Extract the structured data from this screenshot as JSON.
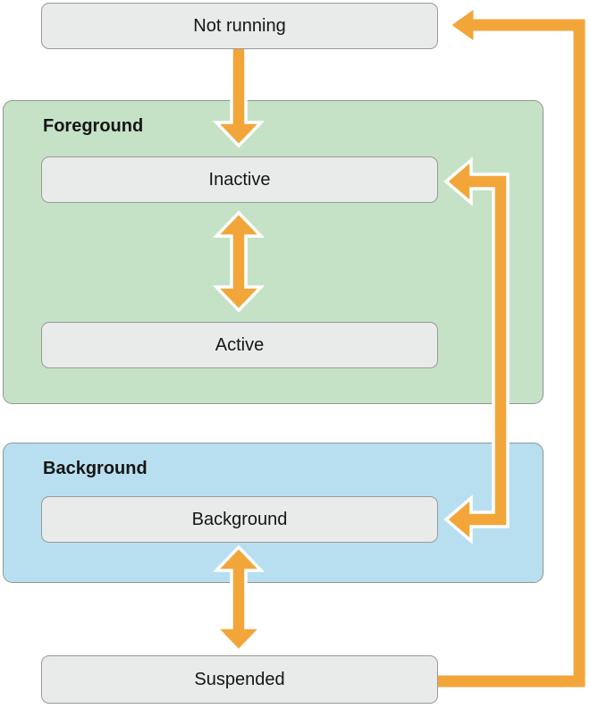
{
  "colors": {
    "arrow_orange": "#f2a63a",
    "group_foreground_fill": "#c5e2c6",
    "group_background_fill": "#b8dff0",
    "group_border": "#909692",
    "state_box_fill": "#e9eaea",
    "state_box_border": "#999999",
    "text": "#151515"
  },
  "diagram": {
    "groups": {
      "foreground": {
        "label": "Foreground"
      },
      "background": {
        "label": "Background"
      }
    },
    "states": {
      "not_running": {
        "label": "Not running"
      },
      "inactive": {
        "label": "Inactive"
      },
      "active": {
        "label": "Active"
      },
      "background": {
        "label": "Background"
      },
      "suspended": {
        "label": "Suspended"
      }
    }
  }
}
